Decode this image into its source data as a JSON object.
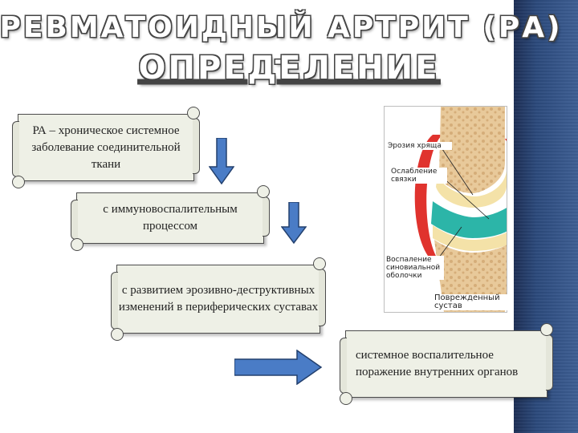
{
  "title": {
    "line1": "РЕВМАТОИДНЫЙ АРТРИТ (РА) -",
    "line2": "ОПРЕДЕЛЕНИЕ"
  },
  "boxes": [
    {
      "text": "РА – хроническое системное заболевание соединительной ткани"
    },
    {
      "text": "с иммуновоспалительным процессом"
    },
    {
      "text": "с развитием эрозивно-деструктивных изменений в периферических суставах"
    },
    {
      "text": "системное воспалительное поражение внутренних органов"
    }
  ],
  "joint_image": {
    "label_erosion": "Эрозия хряща",
    "label_ligament": "Ослабление связки",
    "label_synovium": "Воспаление синовиальной оболочки",
    "caption": "Поврежденный сустав"
  },
  "colors": {
    "arrow_fill": "#4a7cc6",
    "arrow_stroke": "#23406e",
    "side_bar": "#2c4a7c",
    "scroll_bg": "#eef0e6"
  }
}
